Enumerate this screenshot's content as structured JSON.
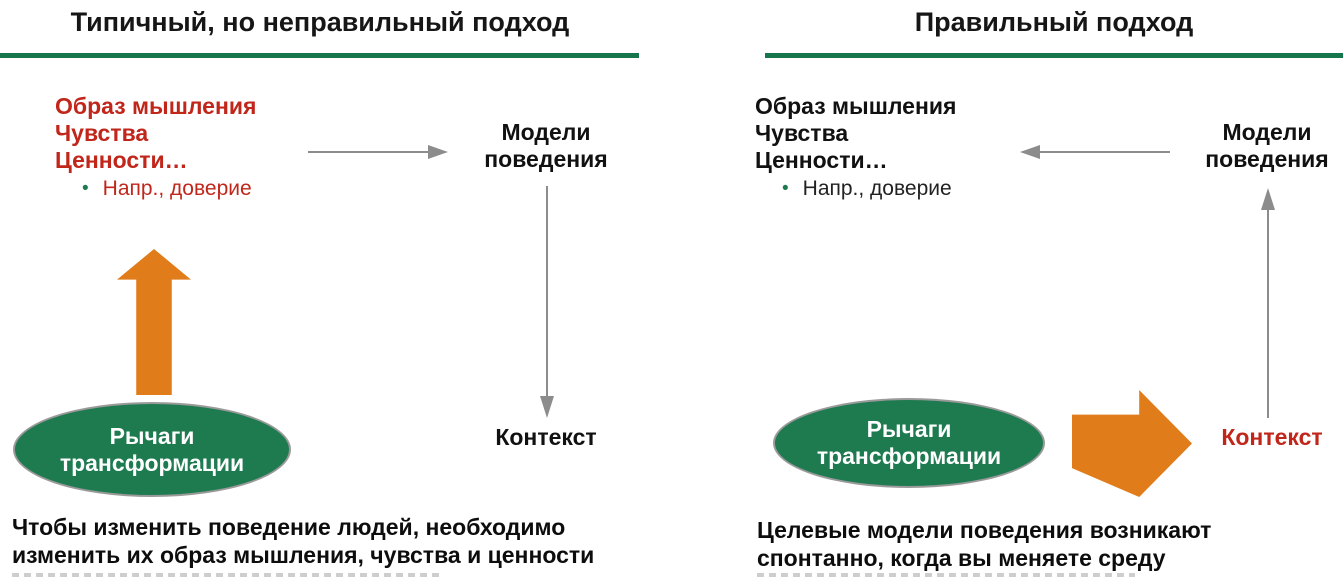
{
  "colors": {
    "title_rule_green": "#17774C",
    "ellipse_green": "#1E7B50",
    "bullet_green": "#1E7B50",
    "accent_red": "#C1261B",
    "block_arrow_orange": "#E07C1A",
    "thin_arrow_gray": "#8C8C8C",
    "text_black": "#111111",
    "ellipse_text_white": "#FFFFFF"
  },
  "glyphs": {
    "bullet": "•"
  },
  "left_panel": {
    "title": "Типичный, но неправильный подход",
    "mindset": {
      "line1": "Образ мышления",
      "line2": "Чувства",
      "line3": "Ценности…",
      "bullet": "Напр., доверие"
    },
    "behavior": {
      "line1": "Модели",
      "line2": "поведения"
    },
    "context": "Контекст",
    "levers": {
      "line1": "Рычаги",
      "line2": "трансформации"
    },
    "caption": {
      "line1": "Чтобы изменить поведение людей, необходимо",
      "line2": "изменить их образ мышления, чувства и ценности"
    }
  },
  "right_panel": {
    "title": "Правильный подход",
    "mindset": {
      "line1": "Образ мышления",
      "line2": "Чувства",
      "line3": "Ценности…",
      "bullet": "Напр., доверие"
    },
    "behavior": {
      "line1": "Модели",
      "line2": "поведения"
    },
    "context": "Контекст",
    "levers": {
      "line1": "Рычаги",
      "line2": "трансформации"
    },
    "caption": {
      "line1": "Целевые модели поведения возникают",
      "line2": "спонтанно, когда вы меняете среду"
    }
  }
}
